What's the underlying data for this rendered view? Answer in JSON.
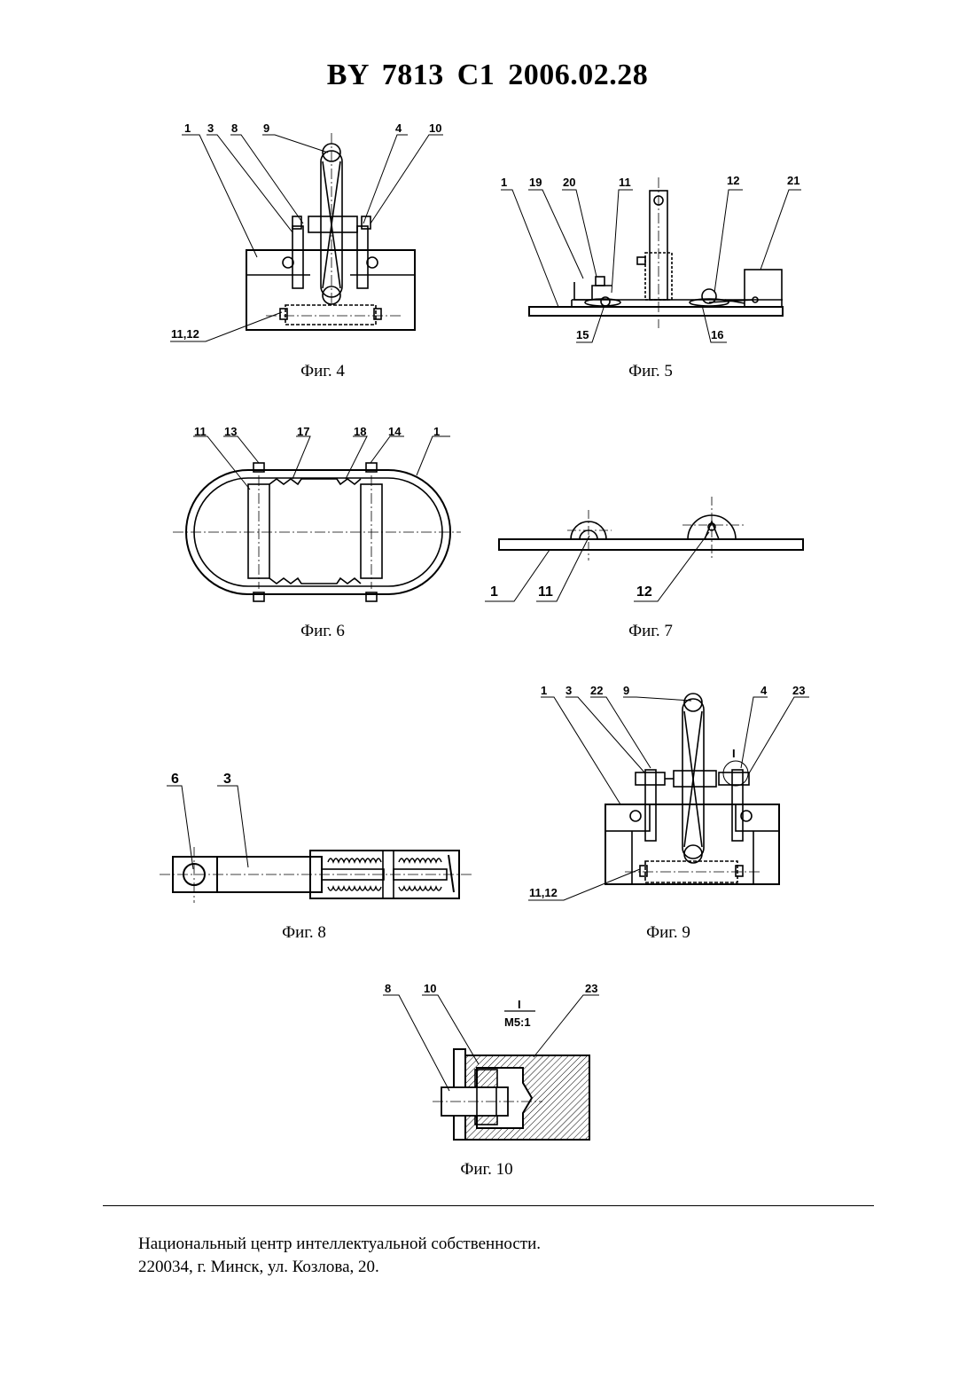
{
  "header": {
    "title": "BY  7813  C1  2006.02.28"
  },
  "figures": {
    "fig4": {
      "caption": "Фиг. 4",
      "labels": [
        "1",
        "3",
        "8",
        "9",
        "4",
        "10",
        "11,12"
      ]
    },
    "fig5": {
      "caption": "Фиг. 5",
      "labels": [
        "1",
        "19",
        "20",
        "11",
        "12",
        "21",
        "15",
        "16"
      ]
    },
    "fig6": {
      "caption": "Фиг. 6",
      "labels": [
        "11",
        "13",
        "17",
        "18",
        "14",
        "1"
      ]
    },
    "fig7": {
      "caption": "Фиг. 7",
      "labels": [
        "1",
        "11",
        "12"
      ]
    },
    "fig8": {
      "caption": "Фиг. 8",
      "labels": [
        "6",
        "3"
      ]
    },
    "fig9": {
      "caption": "Фиг. 9",
      "labels": [
        "1",
        "3",
        "22",
        "9",
        "4",
        "23",
        "I",
        "11,12"
      ]
    },
    "fig10": {
      "caption": "Фиг. 10",
      "labels": [
        "8",
        "10",
        "23"
      ],
      "detail": "I",
      "scale": "M5:1"
    }
  },
  "footer": {
    "line1": "Национальный центр интеллектуальной собственности.",
    "line2": "220034, г. Минск, ул. Козлова, 20."
  }
}
